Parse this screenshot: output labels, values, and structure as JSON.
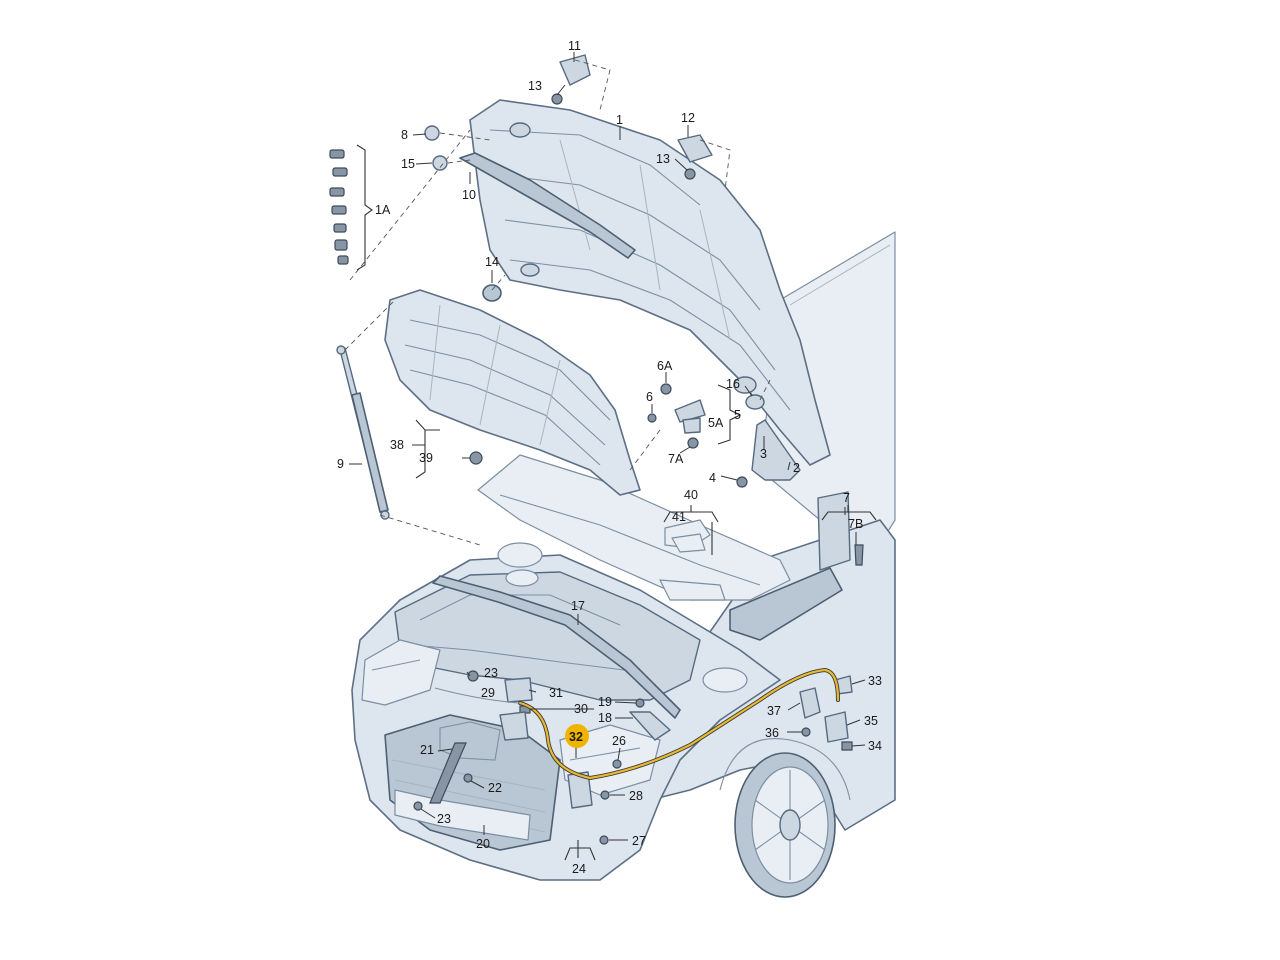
{
  "labels": {
    "l1": "1",
    "l1A": "1A",
    "l2": "2",
    "l3": "3",
    "l4": "4",
    "l5": "5",
    "l5A": "5A",
    "l6": "6",
    "l6A": "6A",
    "l7": "7",
    "l7A": "7A",
    "l7B": "7B",
    "l8": "8",
    "l9": "9",
    "l10": "10",
    "l11": "11",
    "l12": "12",
    "l13a": "13",
    "l13b": "13",
    "l14": "14",
    "l15": "15",
    "l16": "16",
    "l17": "17",
    "l18": "18",
    "l19": "19",
    "l20": "20",
    "l21": "21",
    "l22": "22",
    "l23a": "23",
    "l23b": "23",
    "l24": "24",
    "l26": "26",
    "l27": "27",
    "l28": "28",
    "l29": "29",
    "l30": "30",
    "l31": "31",
    "l32": "32",
    "l33": "33",
    "l34": "34",
    "l35": "35",
    "l36": "36",
    "l37": "37",
    "l38": "38",
    "l39": "39",
    "l40": "40",
    "l41": "41"
  },
  "colors": {
    "highlight": "#f0b400",
    "cable": "#e8b930",
    "part_fill": "#dde5ee",
    "outline": "#5c6f84"
  }
}
